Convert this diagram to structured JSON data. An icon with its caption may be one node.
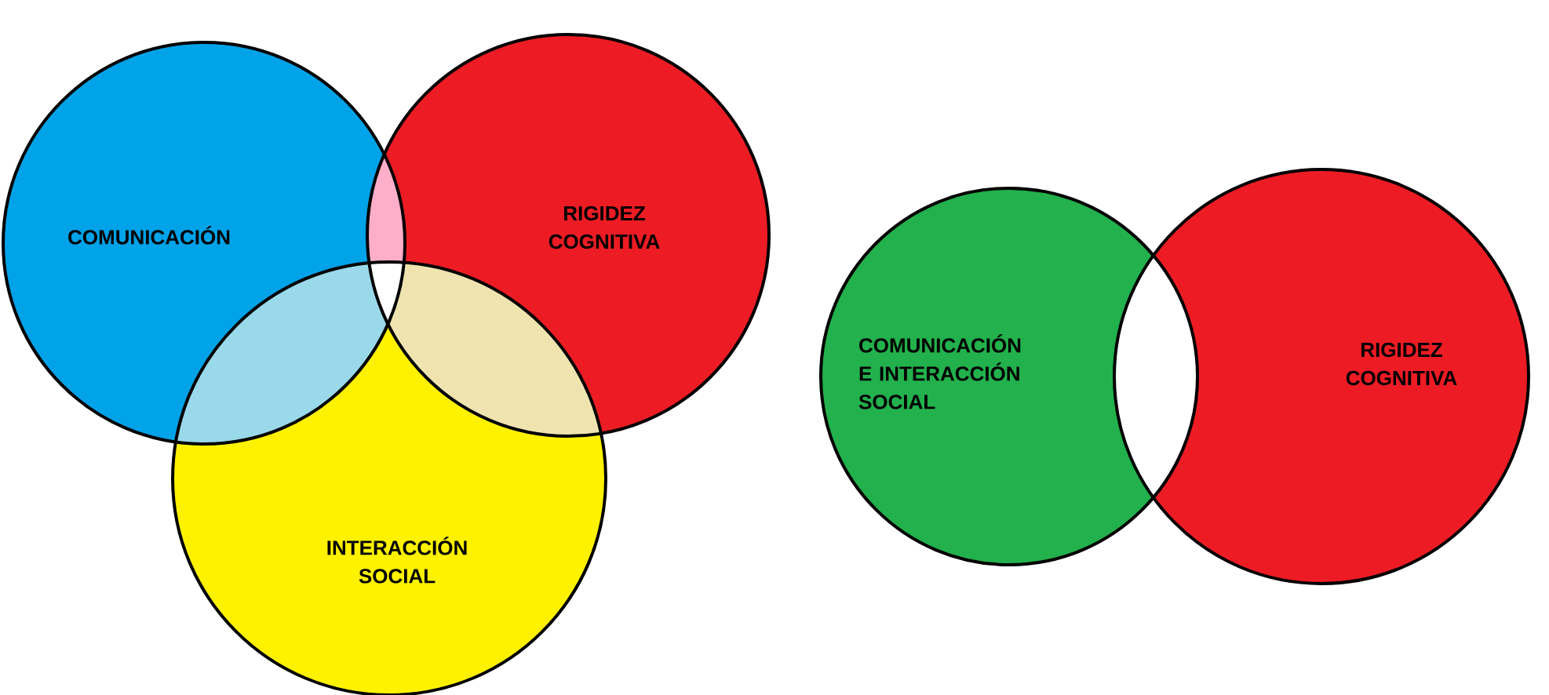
{
  "diagram": {
    "nodes": [
      {
        "text": [
          "COMUNICACIÓN"
        ]
      },
      {
        "text": [
          "RIGIDEZ COGNITIVA"
        ]
      },
      {
        "text": [
          "INTERACCIÓN SOCIAL"
        ]
      },
      {
        "text": [
          "COMUNICACIÓN E INTERACCIÓN SOCIAL"
        ]
      },
      {
        "text": [
          "RIGIDEZ COGNITIVA"
        ]
      }
    ]
  }
}
